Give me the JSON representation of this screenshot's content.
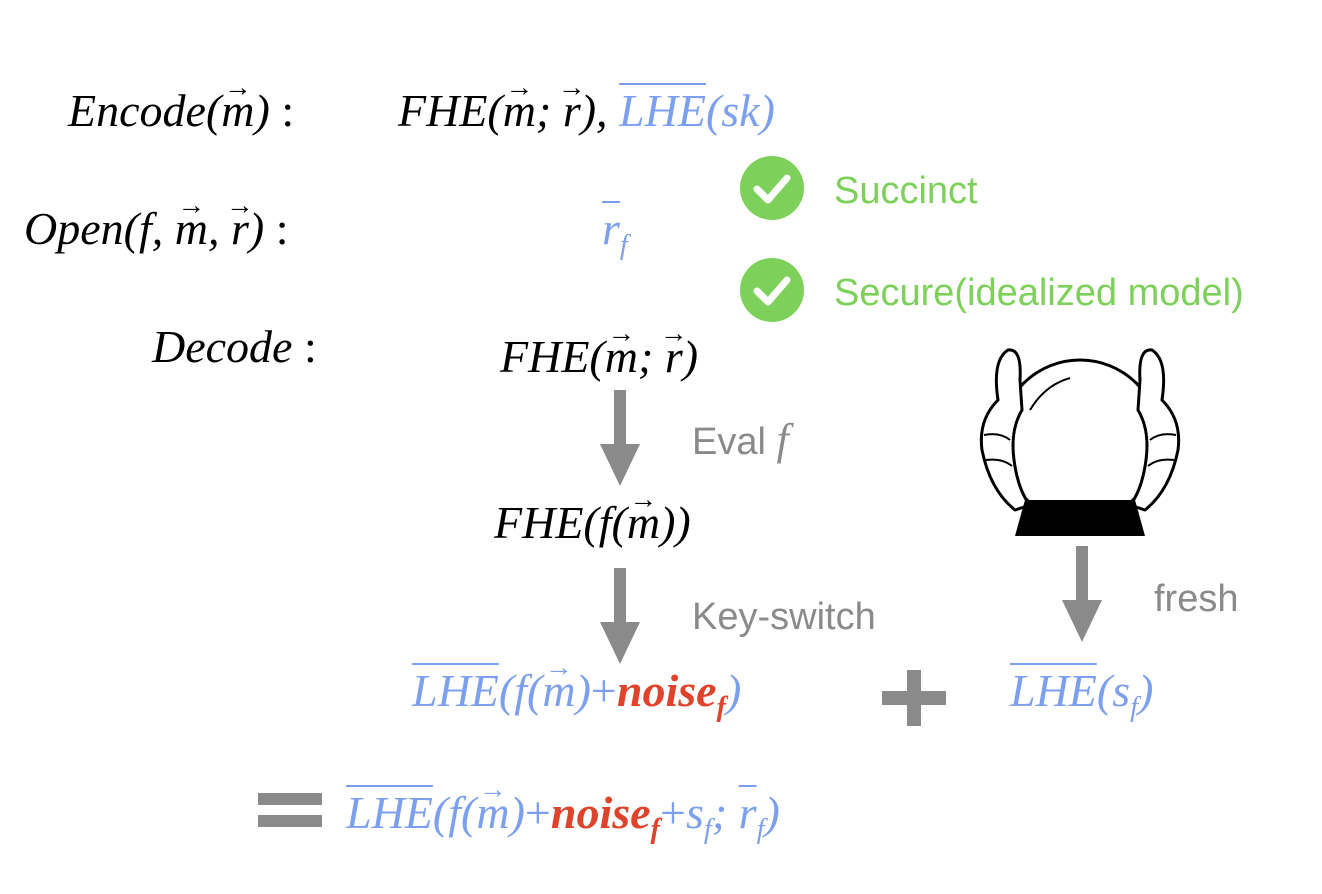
{
  "labels": {
    "encode": "Encode",
    "open": "Open",
    "decode": "Decode",
    "colon": ":"
  },
  "symbols": {
    "m": "m",
    "r": "r",
    "f": "f",
    "sk": "sk",
    "s": "s",
    "fhe": "FHE",
    "lhe": "LHE",
    "noise": "noise"
  },
  "properties": {
    "succinct": "Succinct",
    "secure": "Secure(idealized model)"
  },
  "steps": {
    "eval": "Eval",
    "keyswitch": "Key-switch",
    "fresh": "fresh"
  },
  "colors": {
    "blue": "#7d9ff0",
    "red": "#e0432b",
    "green": "#7dd15a",
    "gray": "#8a8a8a"
  },
  "icons": [
    "check-icon",
    "check-icon",
    "crystal-ball-icon",
    "plus-icon",
    "equals-icon",
    "arrow-down-icon"
  ]
}
